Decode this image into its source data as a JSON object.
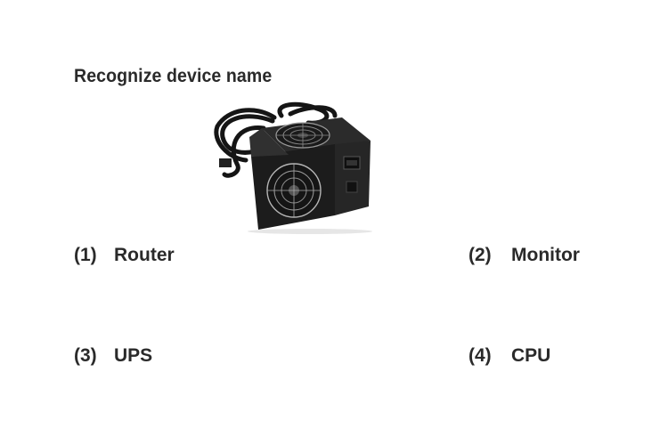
{
  "question": "Recognize device name",
  "image": {
    "subject": "computer power supply unit",
    "icon": "power-supply-icon"
  },
  "options": [
    {
      "number": "(1)",
      "label": "Router"
    },
    {
      "number": "(2)",
      "label": "Monitor"
    },
    {
      "number": "(3)",
      "label": "UPS"
    },
    {
      "number": "(4)",
      "label": "CPU"
    }
  ],
  "colors": {
    "text": "#2a2a2a",
    "device_body": "#1c1c1c"
  }
}
